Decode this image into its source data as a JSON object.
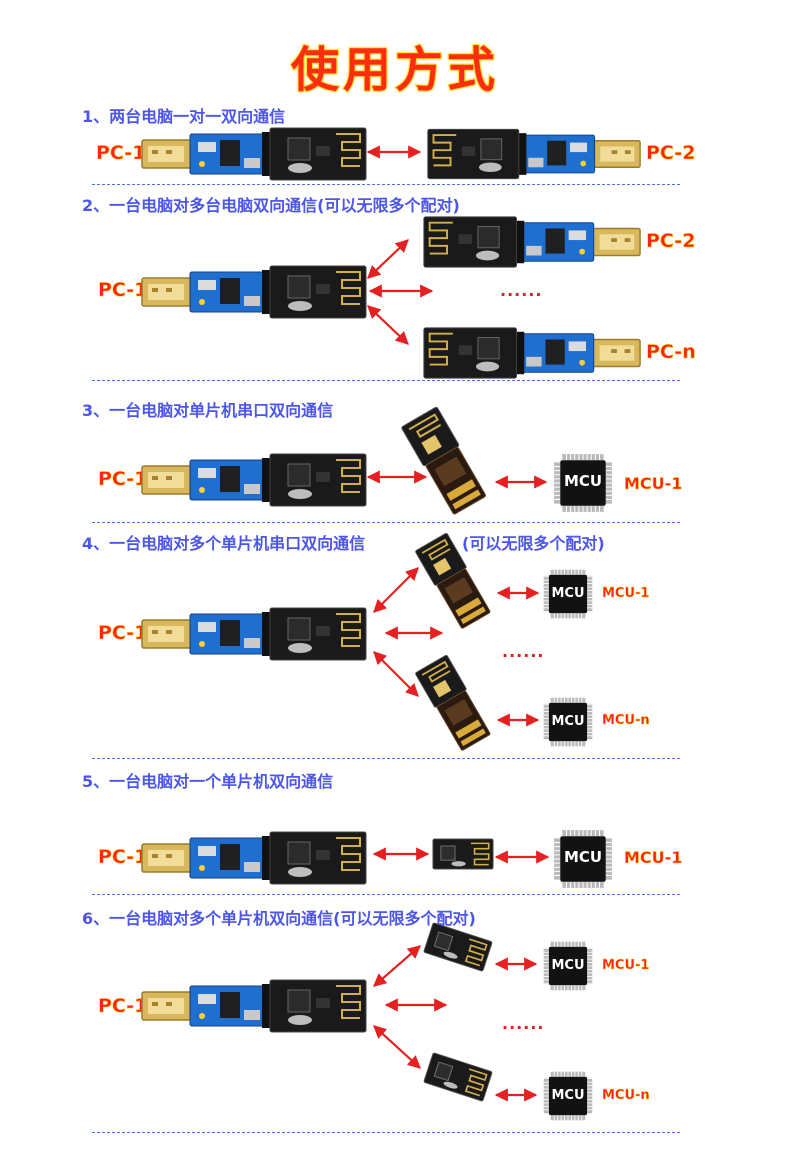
{
  "title": "使用方式",
  "sections": [
    {
      "label": "1、两台电脑一对一双向通信"
    },
    {
      "label": "2、一台电脑对多台电脑双向通信(可以无限多个配对)"
    },
    {
      "label": "3、一台电脑对单片机串口双向通信"
    },
    {
      "label": "4、一台电脑对多个单片机串口双向通信",
      "note": "(可以无限多个配对)"
    },
    {
      "label": "5、一台电脑对一个单片机双向通信"
    },
    {
      "label": "6、一台电脑对多个单片机双向通信(可以无限多个配对)"
    }
  ],
  "labels": {
    "pc1": "PC-1",
    "pc2": "PC-2",
    "pcn": "PC-n",
    "mcu1": "MCU-1",
    "mcun": "MCU-n",
    "chip": "MCU",
    "dots": "......"
  },
  "colors": {
    "title": "#ff2d10",
    "section_label": "#4c56ea",
    "separator": "#4f6fe0",
    "device_label": "#ff2515",
    "arrow": "#e52020",
    "pcb_blue": "#1f6fd0",
    "rf_module": "#1a1a1a",
    "usb_gold": "#e2c26a"
  }
}
